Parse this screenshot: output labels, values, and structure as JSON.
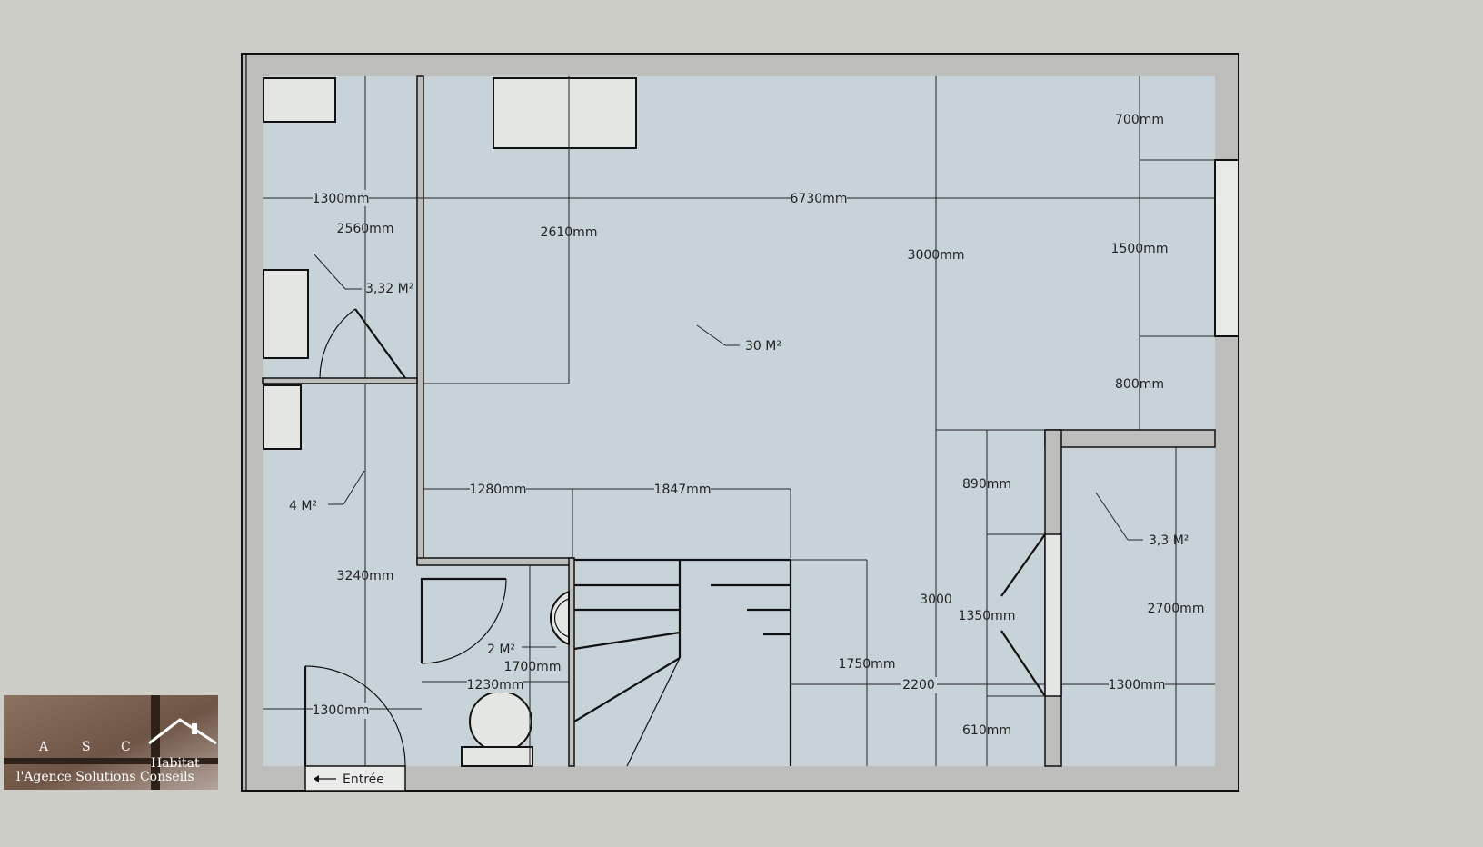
{
  "plan": {
    "dimensions": {
      "d_1300_top": "1300mm",
      "d_6730": "6730mm",
      "d_700": "700mm",
      "d_2560": "2560mm",
      "d_2610": "2610mm",
      "d_3000_main": "3000mm",
      "d_1500": "1500mm",
      "d_800": "800mm",
      "d_1280": "1280mm",
      "d_1847": "1847mm",
      "d_890": "890mm",
      "d_3240": "3240mm",
      "d_1700": "1700mm",
      "d_1750": "1750mm",
      "d_3000_plain": "3000",
      "d_1350": "1350mm",
      "d_2700": "2700mm",
      "d_1230": "1230mm",
      "d_1300_bottom": "1300mm",
      "d_2200": "2200",
      "d_1300_right": "1300mm",
      "d_610": "610mm"
    },
    "areas": {
      "a_332": "3,32 M²",
      "a_30": "30 M²",
      "a_4": "4 M²",
      "a_2": "2 M²",
      "a_33": "3,3 M²"
    },
    "entrance_label": "Entrée"
  },
  "logo": {
    "letter_a": "A",
    "letter_s": "S",
    "letter_c": "C",
    "brand": "Habitat",
    "tagline": "l'Agence Solutions Conseils"
  },
  "colors": {
    "background": "#cdcdc7",
    "floor": "#c8d3d9",
    "wall": "#bdbdbc",
    "fixture": "#e4e6e4"
  }
}
